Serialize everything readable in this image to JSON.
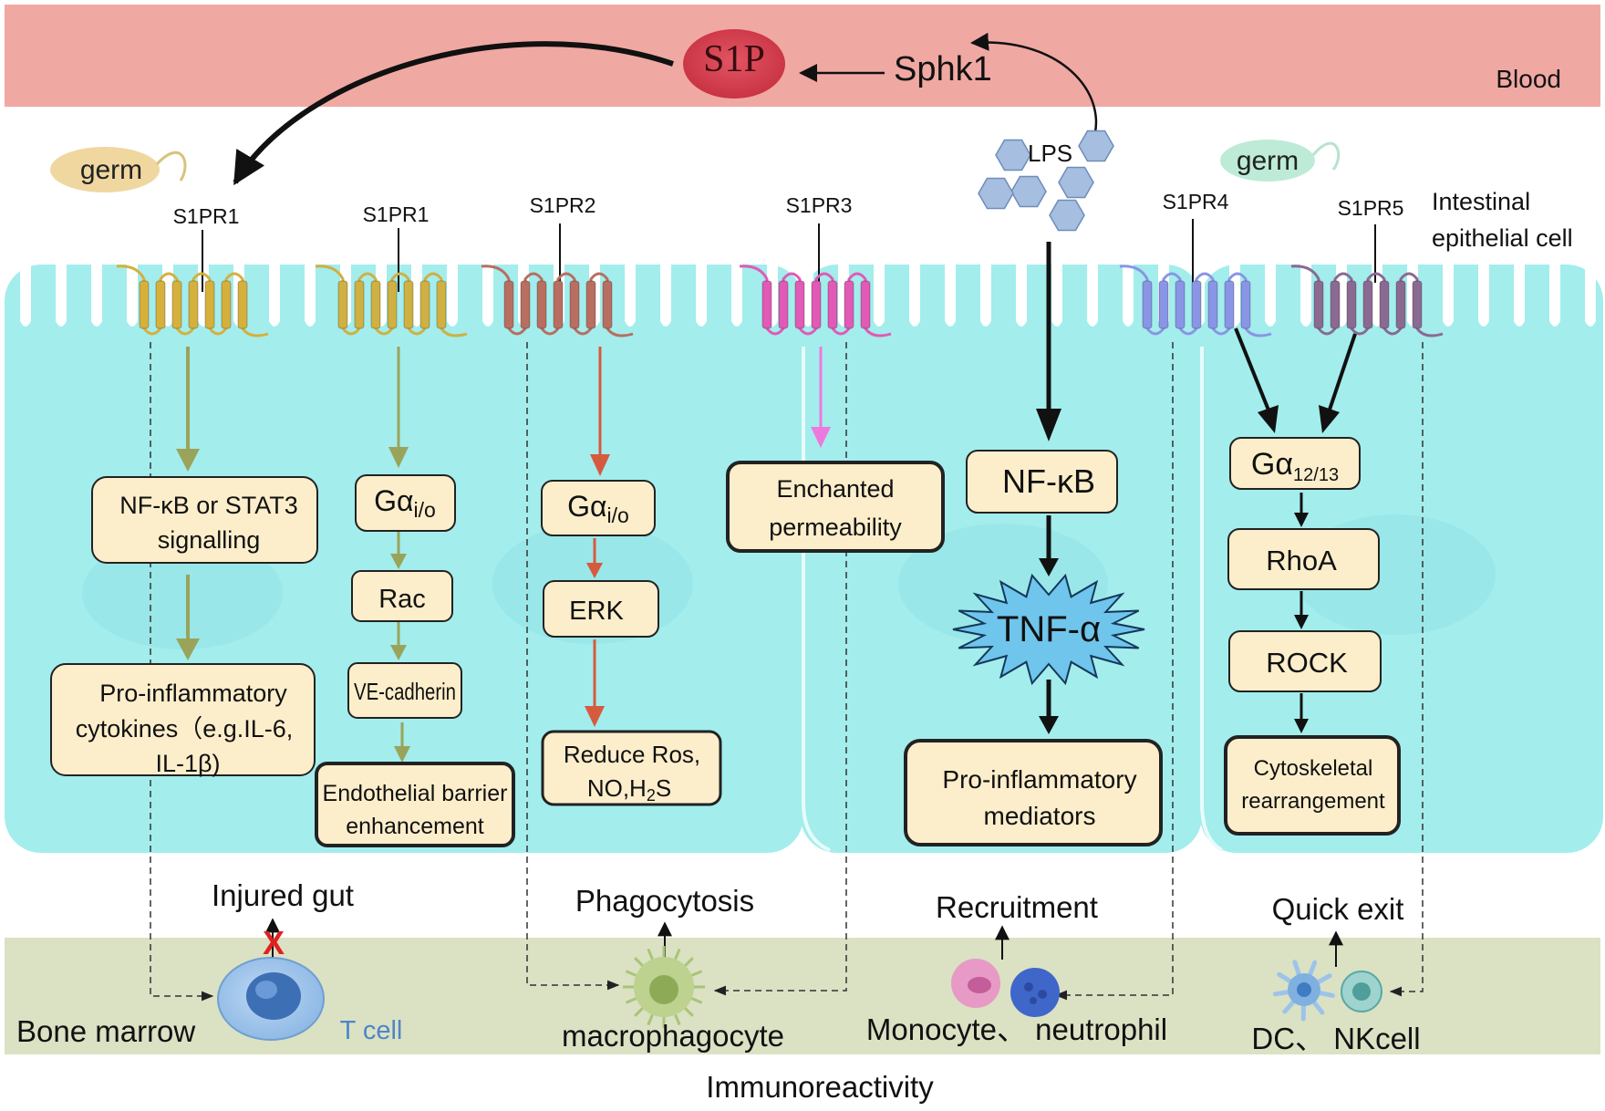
{
  "colors": {
    "blood": "#f0a8a3",
    "s1p_fill": "#d94150",
    "cell": "#a3eded",
    "cell_border": "#ffffff",
    "bone": "#dbe1c3",
    "box_fill": "#fdeecb",
    "s1pr1": "#d6b03c",
    "s1pr1b": "#cfb043",
    "s1pr2": "#b86e60",
    "s1pr3": "#e05ab6",
    "s1pr4": "#8a95e6",
    "s1pr5": "#8b6a92",
    "olive_arrow": "#99a45a",
    "red_arrow": "#d65a3e",
    "pink_arrow": "#ee79de",
    "lps": "#a6bedf",
    "tnf": "#6fc5ec"
  },
  "blood": {
    "s1p": "S1P",
    "sphk1": "Sphk1",
    "label": "Blood"
  },
  "germs": {
    "left": "germ",
    "right": "germ"
  },
  "lps": "LPS",
  "epithelium": {
    "label_line1": "Intestinal",
    "label_line2": "epithelial cell"
  },
  "receptors": [
    "S1PR1",
    "S1PR1",
    "S1PR2",
    "S1PR3",
    "S1PR4",
    "S1PR5"
  ],
  "pathway1": {
    "box1_line1": "NF-κB or STAT3",
    "box1_line2": "signalling",
    "box2_line1": "Pro-inflammatory",
    "box2_line2": "cytokines（e.g.IL-6,",
    "box2_line3": "IL-1β)"
  },
  "pathway2": {
    "box1_main": "Gα",
    "box1_sub": "i/o",
    "box2": "Rac",
    "box3": "VE-cadherin",
    "box4_line1": "Endothelial barrier",
    "box4_line2": "enhancement"
  },
  "pathway3": {
    "box1_main": "Gα",
    "box1_sub": "i/o",
    "box2": "ERK",
    "box3_line1": "Reduce Ros,",
    "box3_line2a": "NO,H",
    "box3_line2sub": "2",
    "box3_line2b": "S"
  },
  "pathway4": {
    "box1_line1": "Enchanted",
    "box1_line2": "permeability"
  },
  "pathway_lps": {
    "box1": "NF-κB",
    "star": "TNF-α",
    "box2_line1": "Pro-inflammatory",
    "box2_line2": "mediators"
  },
  "pathway5": {
    "box1_main": "Gα",
    "box1_sub": "12/13",
    "box2": "RhoA",
    "box3": "ROCK",
    "box4_line1": "Cytoskeletal",
    "box4_line2": "rearrangement"
  },
  "outcomes": {
    "injured_gut": "Injured gut",
    "phagocytosis": "Phagocytosis",
    "recruitment": "Recruitment",
    "quick_exit": "Quick exit"
  },
  "bone_marrow": {
    "label": "Bone marrow",
    "tcell": "T cell",
    "macro": "macrophagocyte",
    "mono": "Monocyte、 neutrophil",
    "dc": "DC、 NKcell"
  },
  "footer": "Immunoreactivity"
}
